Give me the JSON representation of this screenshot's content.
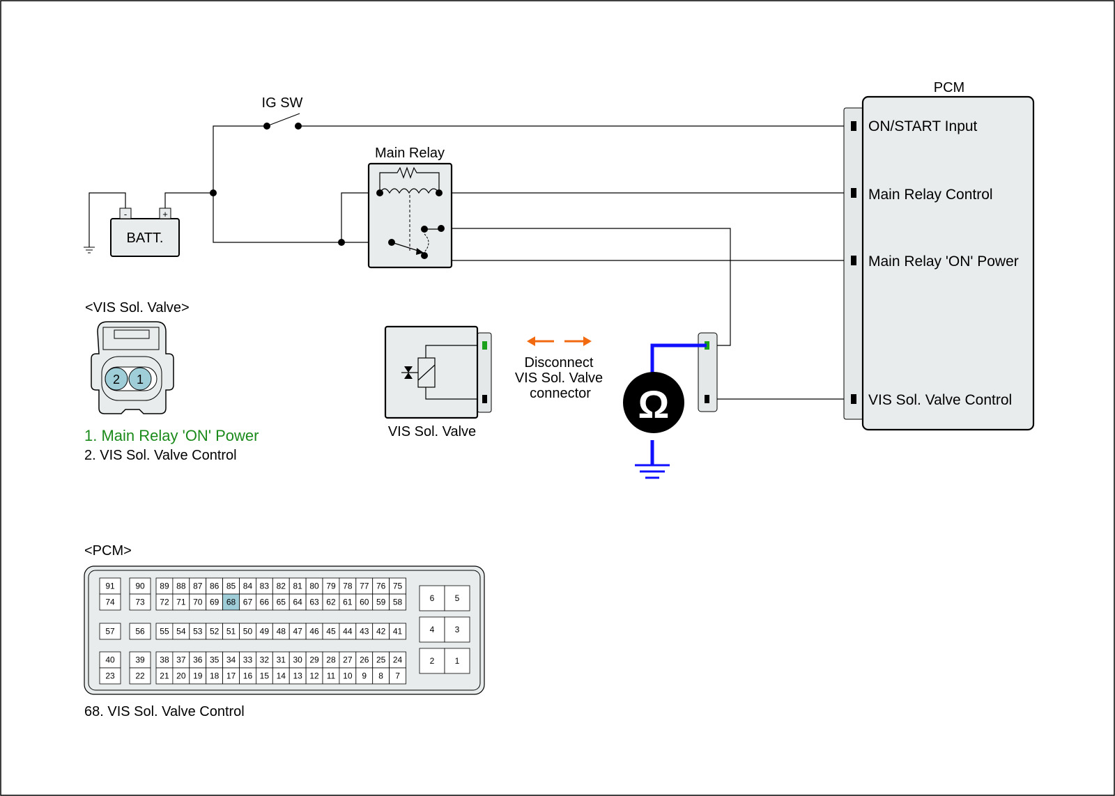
{
  "colors": {
    "wire": "#000000",
    "probe_wire": "#1010ff",
    "arrow": "#f26a10",
    "highlight_pin": "#9fcdd8",
    "component_fill": "#e8ecec",
    "green_text": "#1a8a1a",
    "green_terminal": "#1aa01a"
  },
  "labels": {
    "ig_sw": "IG SW",
    "batt": "BATT.",
    "batt_minus": "-",
    "batt_plus": "+",
    "main_relay": "Main Relay",
    "pcm": "PCM",
    "vis_valve": "VIS Sol. Valve",
    "disconnect_1": "Disconnect",
    "disconnect_2": "VIS Sol. Valve",
    "disconnect_3": "connector",
    "ohm": "Ω"
  },
  "pcm_terminals": [
    "ON/START Input",
    "Main Relay Control",
    "Main Relay 'ON' Power",
    "VIS Sol. Valve Control"
  ],
  "vis_connector": {
    "title": "<VIS Sol. Valve>",
    "pin_labels": [
      "2",
      "1"
    ],
    "legend_1": "1. Main Relay 'ON' Power",
    "legend_2": "2. VIS Sol. Valve Control"
  },
  "pcm_connector": {
    "title": "<PCM>",
    "legend": "68. VIS Sol. Valve Control",
    "highlight": "68",
    "left_col1": [
      [
        "91",
        "74"
      ],
      [
        "57"
      ],
      [
        "40",
        "23"
      ]
    ],
    "left_col2": [
      [
        "90",
        "73"
      ],
      [
        "56"
      ],
      [
        "39",
        "22"
      ]
    ],
    "main_row1": [
      "89",
      "88",
      "87",
      "86",
      "85",
      "84",
      "83",
      "82",
      "81",
      "80",
      "79",
      "78",
      "77",
      "76",
      "75"
    ],
    "main_row2": [
      "72",
      "71",
      "70",
      "69",
      "68",
      "67",
      "66",
      "65",
      "64",
      "63",
      "62",
      "61",
      "60",
      "59",
      "58"
    ],
    "main_row3": [
      "55",
      "54",
      "53",
      "52",
      "51",
      "50",
      "49",
      "48",
      "47",
      "46",
      "45",
      "44",
      "43",
      "42",
      "41"
    ],
    "main_row4": [
      "38",
      "37",
      "36",
      "35",
      "34",
      "33",
      "32",
      "31",
      "30",
      "29",
      "28",
      "27",
      "26",
      "25",
      "24"
    ],
    "main_row5": [
      "21",
      "20",
      "19",
      "18",
      "17",
      "16",
      "15",
      "14",
      "13",
      "12",
      "11",
      "10",
      "9",
      "8",
      "7"
    ],
    "right_block": [
      [
        "6",
        "5"
      ],
      [
        "4",
        "3"
      ],
      [
        "2",
        "1"
      ]
    ]
  }
}
